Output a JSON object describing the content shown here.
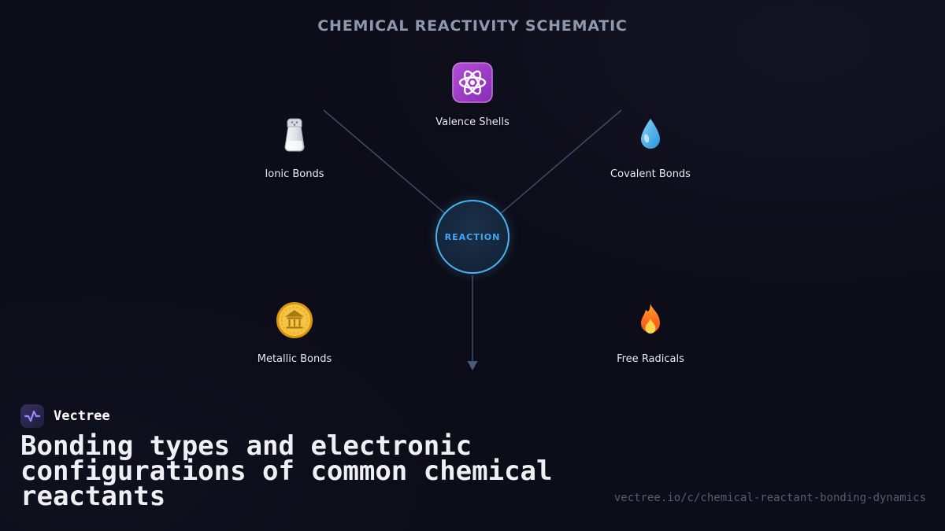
{
  "title": "CHEMICAL REACTIVITY SCHEMATIC",
  "diagram": {
    "center": {
      "label": "REACTION"
    },
    "nodes": [
      {
        "label": "Valence Shells",
        "icon": "atom-icon"
      },
      {
        "label": "Ionic Bonds",
        "icon": "salt-shaker-icon"
      },
      {
        "label": "Covalent Bonds",
        "icon": "water-droplet-icon"
      },
      {
        "label": "Metallic Bonds",
        "icon": "gold-coin-icon"
      },
      {
        "label": "Free Radicals",
        "icon": "fire-icon"
      }
    ]
  },
  "footer": {
    "brand": "Vectree",
    "headline": "Bonding types and electronic configurations of common chemical reactants",
    "url": "vectree.io/c/chemical-reactant-bonding-dynamics"
  },
  "colors": {
    "background": "#0c0d18",
    "accent_blue": "#49b4ef",
    "connector_line": "#3d4d68",
    "title_text": "#8d97ad",
    "url_text": "#565d72",
    "atom_purple": "#9c3ec7",
    "coin_gold": "#f6c445",
    "flame_orange": "#ff6d1f"
  }
}
